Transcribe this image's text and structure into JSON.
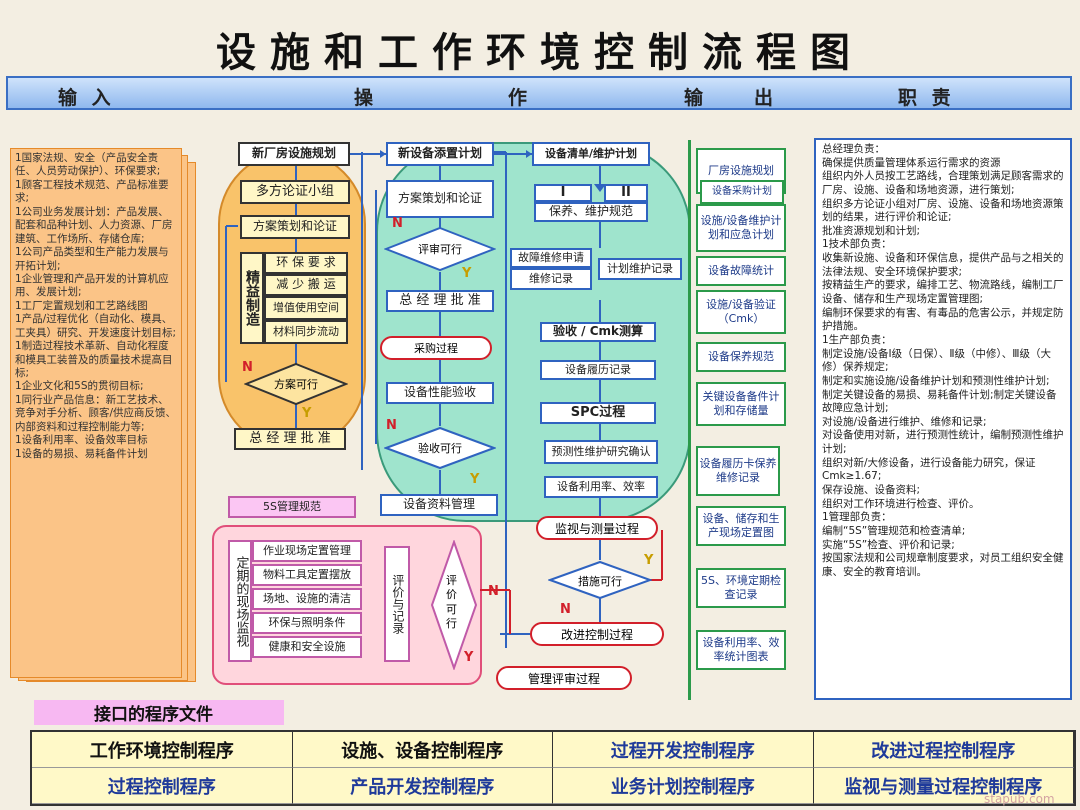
{
  "title": "设施和工作环境控制流程图",
  "header": {
    "input": "输 入",
    "op1": "操",
    "op2": "作",
    "out1": "输",
    "out2": "出",
    "duty": "职 责"
  },
  "inputs_text": "1国家法规、安全（产品安全责任、人员劳动保护）、环保要求;\n1顾客工程技术规范、产品标准要求;\n1公司业务发展计划：产品发展、配套和品种计划、人力资源、厂房建筑、工作场所、存储仓库;\n1公司产品类型和生产能力发展与开拓计划;\n1企业管理和产品开发的计算机应用、发展计划;\n1工厂定置规划和工艺路线图\n1产品/过程优化（自动化、模具、工夹具）研究、开发速度计划目标;\n1制造过程技术革新、自动化程度和模具工装普及的质量技术提高目标;\n1企业文化和5S的贯彻目标;\n1同行业产品信息：新工艺技术、竞争对手分析、顾客/供应商反馈、内部资料和过程控制能力等;\n1设备利用率、设备效率目标\n1设备的易损、易耗备件计划",
  "flow": {
    "c1": {
      "new_plant": "新厂房设施规划",
      "multi": "多方论证小组",
      "scheme": "方案策划和论证",
      "lean": "精益制造",
      "req": "环 保 要 求",
      "reduce": "减 少 搬 运",
      "space": "增值使用空间",
      "material": "材料同步流动",
      "feasible": "方案可行",
      "approve": "总 经 理 批 准"
    },
    "c2": {
      "plan": "新设备添置计划",
      "scheme": "方案策划和论证",
      "review": "评审可行",
      "approve": "总 经 理 批 准",
      "purchase": "采购过程",
      "perf": "设备性能验收",
      "accept": "验收可行",
      "data": "设备资料管理"
    },
    "c3": {
      "list": "设备清单/维护计划",
      "i": "I",
      "ii": "II",
      "maint": "保养、维护规范",
      "fault_req": "故障维修申请",
      "repair_rec": "维修记录",
      "plan_rec": "计划维护记录",
      "cmk": "验收 / Cmk测算",
      "history": "设备履历记录",
      "spc": "SPC过程",
      "predict": "预测性维护研究确认",
      "util": "设备利用率、效率",
      "monitor": "监视与测量过程",
      "measure": "措施可行",
      "improve": "改进控制过程",
      "mgmt": "管理评审过程"
    },
    "c5s": {
      "std": "5S管理规范",
      "periodic": "定期的现场监视",
      "fix": "作业现场定置管理",
      "tool": "物料工具定置摆放",
      "clean": "场地、设施的清洁",
      "env": "环保与照明条件",
      "health": "健康和安全设施",
      "eval": "评价与记录",
      "feas": "评价可行"
    },
    "marks": {
      "n": "N",
      "y": "Y"
    }
  },
  "outputs": [
    "厂房设施规划",
    "设备采购计划",
    "设施/设备维护计划和应急计划",
    "设备故障统计",
    "设施/设备验证（Cmk）",
    "设备保养规范",
    "关键设备备件计划和存储量",
    "设备履历卡保养维修记录",
    "设备、储存和生产现场定置图",
    "5S、环境定期检查记录",
    "设备利用率、效率统计图表"
  ],
  "responsibilities": "总经理负责：\n确保提供质量管理体系运行需求的资源\n    组织内外人员按工艺路线，合理策划满足顾客需求的厂房、设施、设备和场地资源，进行策划;\n    组织多方论证小组对厂房、设施、设备和场地资源策划的结果，进行评价和论证;\n    批准资源规划和计划;\n1技术部负责：\n    收集新设施、设备和环保信息，提供产品与之相关的法律法规、安全环境保护要求;\n    按精益生产的要求，编排工艺、物流路线，编制工厂设备、储存和生产现场定置管理图;\n    编制环保要求的有害、有毒品的危害公示，并规定防护措施。\n1生产部负责：\n    制定设施/设备Ⅰ级（日保）、Ⅱ级（中修）、Ⅲ级（大修）保养规定;\n    制定和实施设施/设备维护计划和预测性维护计划;\n    制定关键设备的易损、易耗备件计划;制定关键设备故障应急计划;\n    对设施/设备进行维护、维修和记录;\n    对设备使用对新，进行预测性统计，编制预测性维护计划;\n    组织对新/大修设备，进行设备能力研究，保证Cmk≥1.67;\n    保存设施、设备资料;\n    组织对工作环境进行检查、评价。\n1管理部负责：\n编制“5S”管理规范和检查清单;\n实施“5S”检查、评价和记录;\n    按国家法规和公司规章制度要求，对员工组织安全健康、安全的教育培训。",
  "interface": {
    "title": "接口的程序文件",
    "docs": [
      "工作环境控制程序",
      "设施、设备控制程序",
      "过程开发控制程序",
      "改进过程控制程序",
      "过程控制程序",
      "产品开发控制程序",
      "业务计划控制程序",
      "监视与测量过程控制程序"
    ]
  },
  "watermark": "stapub.com"
}
